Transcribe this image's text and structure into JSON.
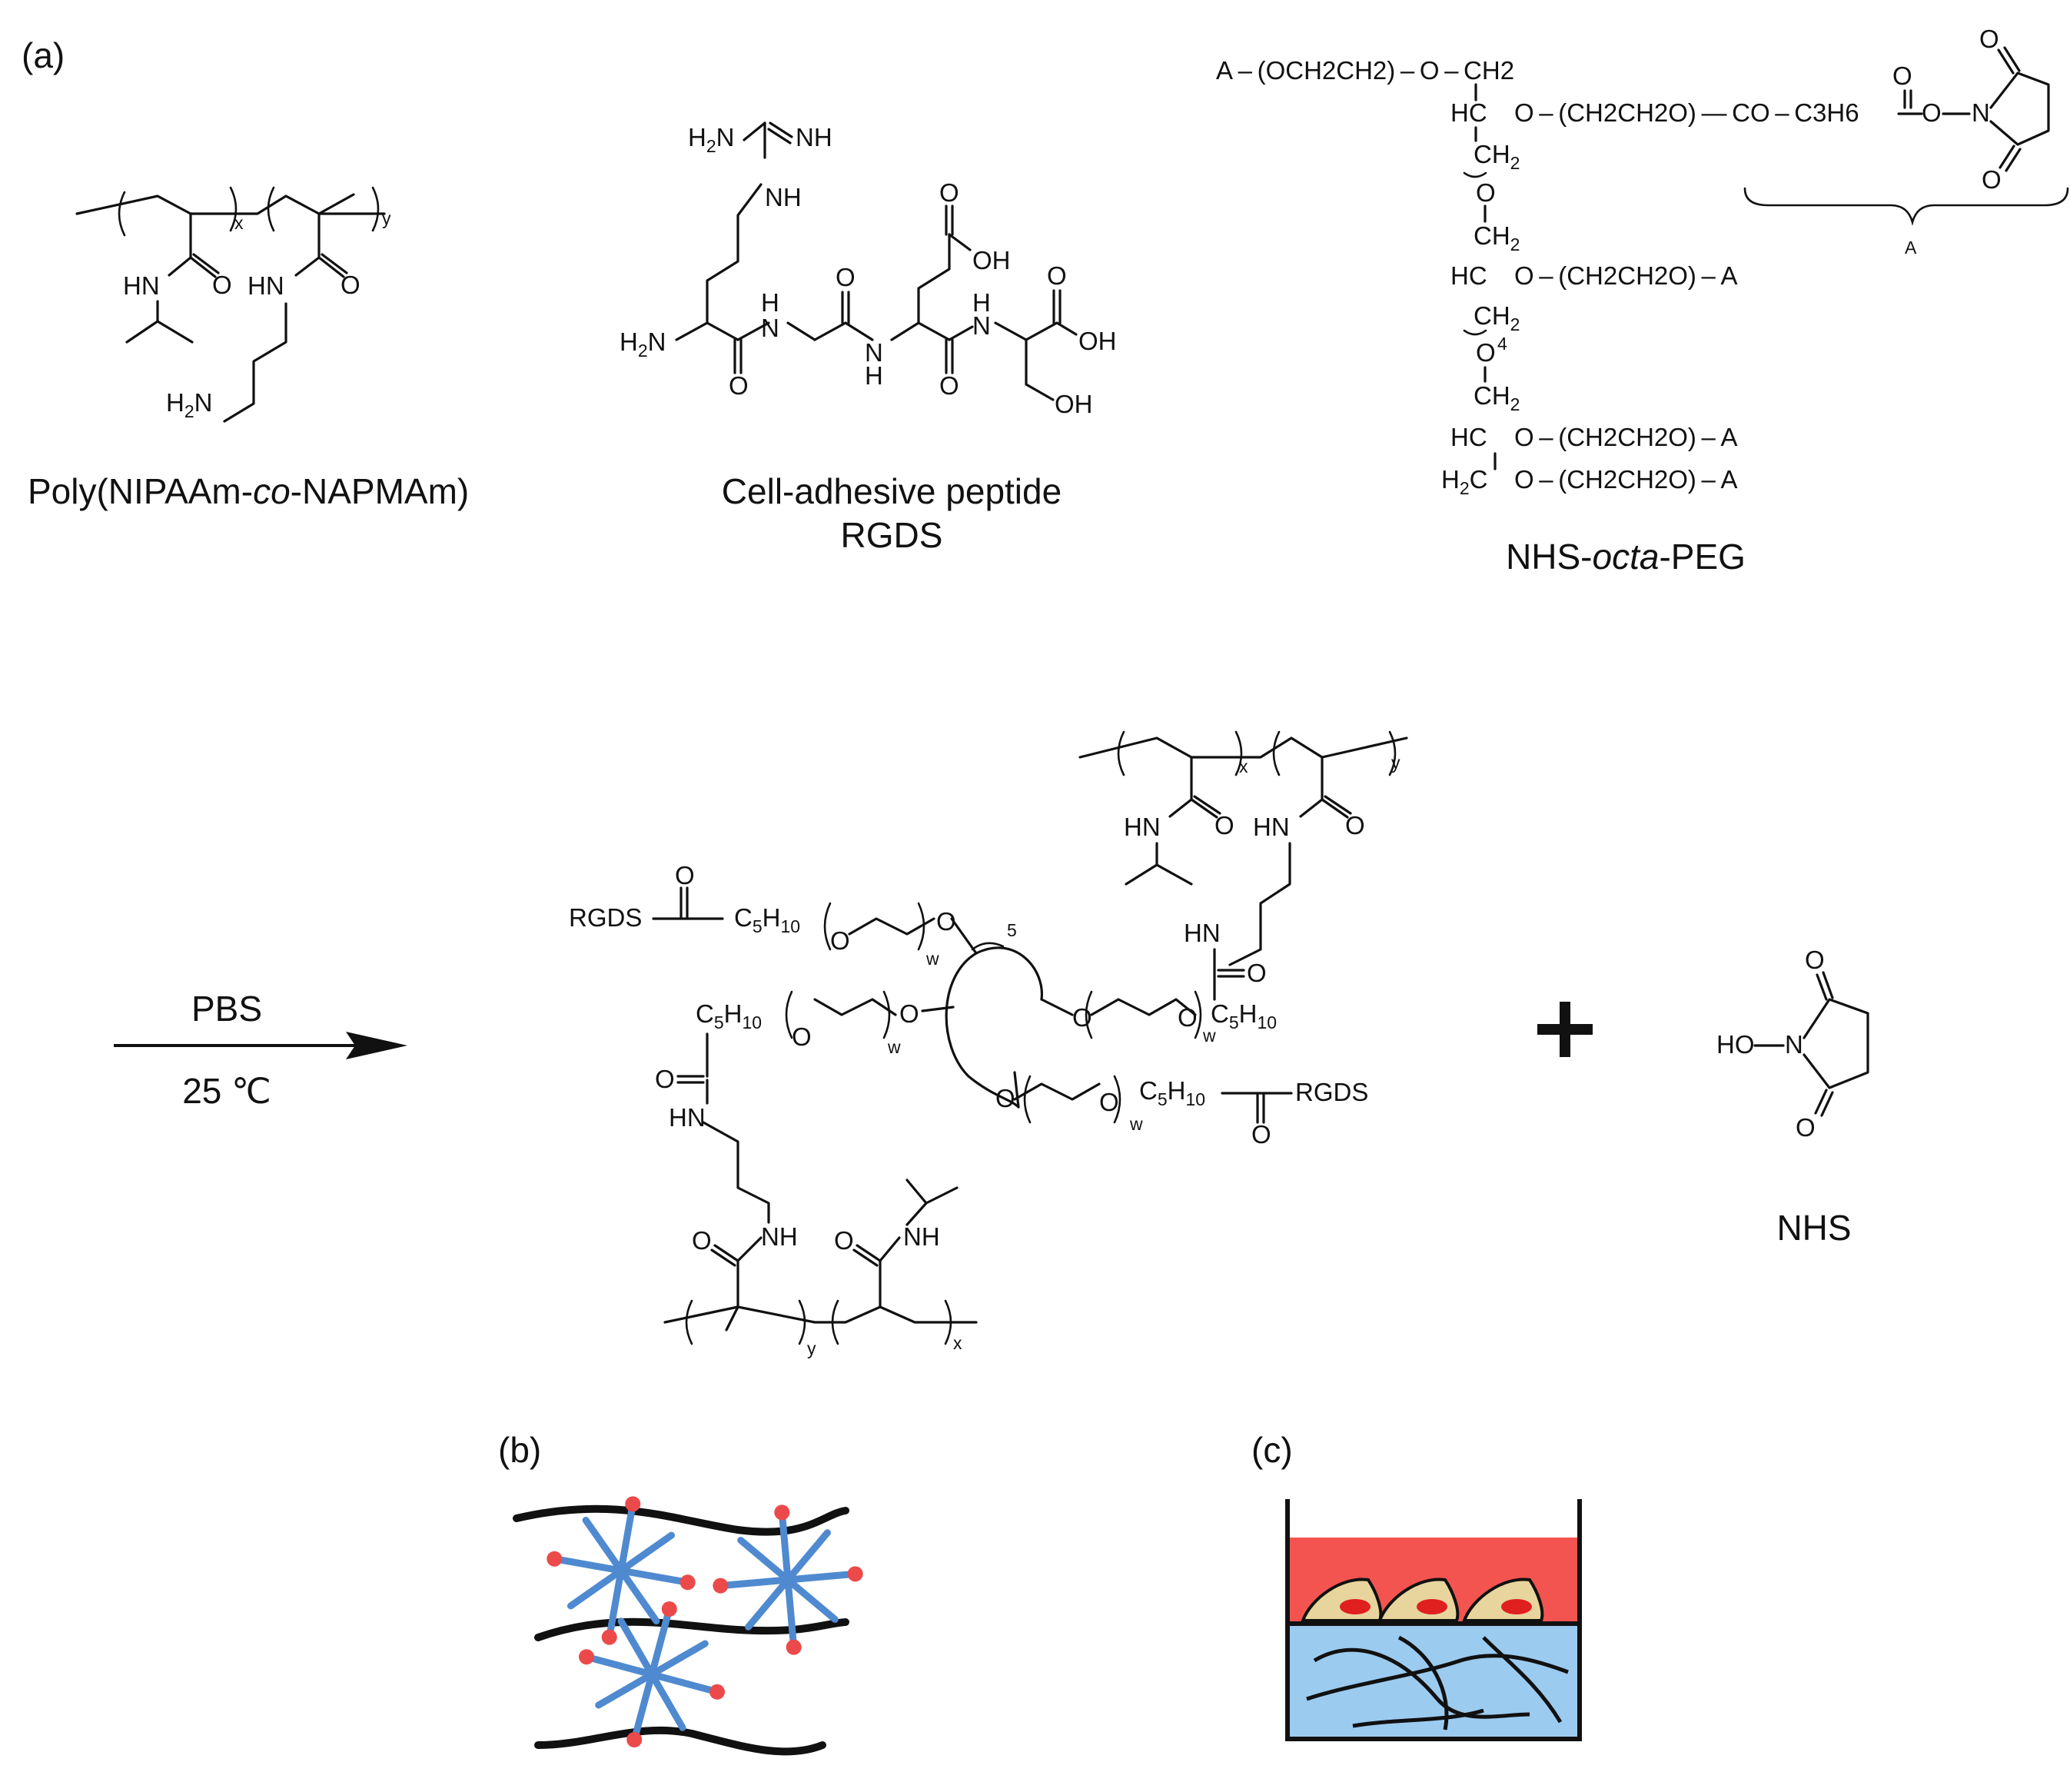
{
  "panels": {
    "a": "(a)",
    "b": "(b)",
    "c": "(c)"
  },
  "compounds": {
    "polymer": {
      "name": "Poly(NIPAAm-co-NAPMAm)",
      "prefix": "Poly(NIPAAm-",
      "italic": "co",
      "suffix": "-NAPMAm)"
    },
    "peptide": {
      "line1": "Cell-adhesive peptide",
      "line2": "RGDS",
      "color": "#e0141b"
    },
    "peg": {
      "prefix": "NHS-",
      "italic": "octa",
      "suffix": "-PEG",
      "color": "#2a74b8"
    },
    "byproduct": {
      "name": "NHS",
      "group": "HO"
    }
  },
  "reaction": {
    "reagent": "PBS",
    "temperature": "25 ℃"
  },
  "atoms": {
    "HN": "HN",
    "NH": "NH",
    "H2N": "H2N",
    "O": "O",
    "OH": "OH",
    "N": "N",
    "H": "H",
    "HC": "HC",
    "CH2": "CH2",
    "H2C": "H2C",
    "A": "A",
    "RGDS": "RGDS",
    "C5H10": "C5H10",
    "x": "x",
    "y": "y",
    "w": "w",
    "four": "4",
    "five": "5",
    "A_chain": "A – (OCH2CH2) – O – CH2",
    "peg_ester": "O – (CH2CH2O) — CO – C3H6",
    "peg_arm": "O – (CH2CH2O) – A"
  },
  "schematic_colors": {
    "chain": "#111111",
    "star": "#4f8ad0",
    "end": "#ec4a4a",
    "medium": "#f45450",
    "gel": "#9ccbf0",
    "cell": "#e7d59d",
    "nucleus": "#e01f1f"
  }
}
